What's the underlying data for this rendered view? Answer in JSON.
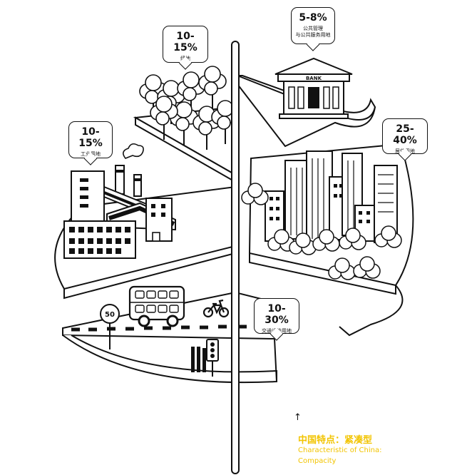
{
  "labels": {
    "green": {
      "pct": "10-15%",
      "text": "绿地"
    },
    "public": {
      "pct": "5-8%",
      "text": "公共管理",
      "text2": "与公共服务用地"
    },
    "industrial": {
      "pct": "10-15%",
      "text": "工业用地"
    },
    "residential": {
      "pct": "25-40%",
      "text": "居住用地"
    },
    "transport": {
      "pct": "10-30%",
      "text": "交通设施用地"
    }
  },
  "bank_sign": "BANK",
  "speed_sign": "50",
  "caption": {
    "arrow": "↑",
    "title_zh": "中国特点：紧凑型",
    "title_en_1": "Characteristic of China:",
    "title_en_2": "Compacity"
  },
  "colors": {
    "line": "#111111",
    "caption": "#f2c400",
    "background": "#ffffff"
  }
}
